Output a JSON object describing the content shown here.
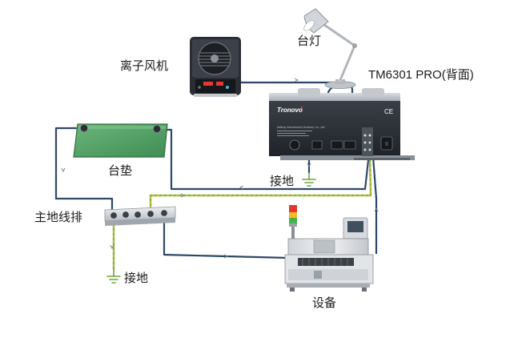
{
  "labels": {
    "ionizer": "离子风机",
    "lamp": "台灯",
    "monitor_title": "TM6301 PRO(背面)",
    "mat": "台垫",
    "ground_top": "接地",
    "busbar": "主地线排",
    "ground_bottom": "接地",
    "equipment": "设备"
  },
  "device": {
    "brand": "Tronovo",
    "company": "Jiefeng Instruments (Suzhou) Co., Ltd"
  },
  "colors": {
    "cable": "#2f4868",
    "ground_wire": "#8fb13a",
    "mat": "#5aa56a",
    "device_body": "#2b2f36"
  },
  "icons": [
    "ground-icon",
    "arrow-icon",
    "ce-mark-icon"
  ]
}
